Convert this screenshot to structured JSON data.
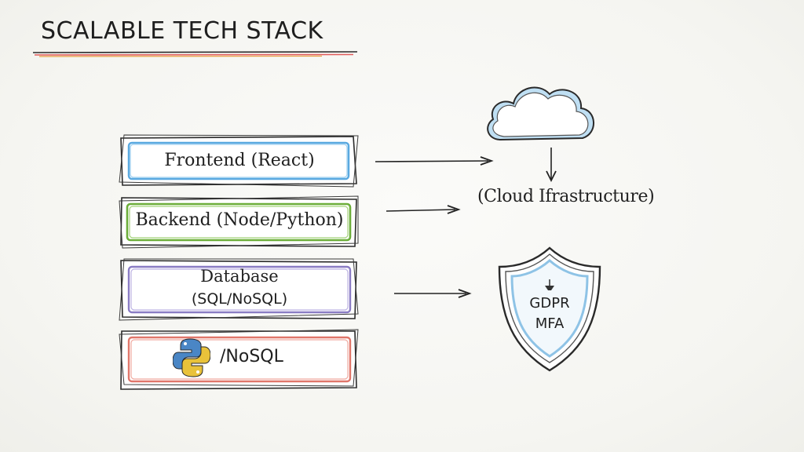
{
  "diagram": {
    "title": "SCALABLE TECH STACK",
    "layers": [
      {
        "id": "frontend",
        "label": "Frontend (React)",
        "color": "#5aa9e0"
      },
      {
        "id": "backend",
        "label": "Backend (Node/Python)",
        "color": "#6cae3a"
      },
      {
        "id": "database",
        "label_line1": "Database",
        "label_line2": "(SQL/NoSQL)",
        "color": "#8a7cc4"
      },
      {
        "id": "nosql",
        "label": "/NoSQL",
        "icon": "python-logo-icon",
        "color": "#e0766a"
      }
    ],
    "cloud": {
      "label": "(Cloud Ifrastructure)",
      "icon": "cloud-icon",
      "color": "#8ec3e6"
    },
    "shield": {
      "line1": "GDPR",
      "line2": "MFA",
      "icon": "shield-icon",
      "color": "#8ec3e6"
    },
    "colors": {
      "ink": "#1e1e1e",
      "title_underline_red": "#e05c5c",
      "title_underline_orange": "#e8a040"
    }
  }
}
